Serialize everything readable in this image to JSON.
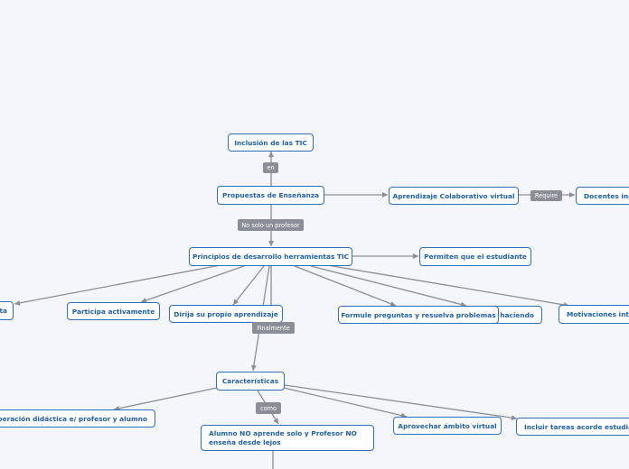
{
  "nodes": {
    "inclusion": "Inclusión de las TIC",
    "propuestas": "Propuestas de Enseñanza",
    "aprendizaje_colab": "Aprendizaje Colaborativo virtual",
    "docentes": "Docentes inn",
    "principios": "Principios de desarrollo herramientas TIC",
    "permiten": "Permiten que el estudiante",
    "left_cut": "ta",
    "participa": "Participa activamente",
    "dirija": "Dirija su propio aprendizaje",
    "formule": "Formule preguntas y resuelva problemas",
    "haciendo": "haciendo",
    "motivaciones": "Motivaciones inte",
    "caracteristicas": "Características",
    "cooperacion": "operación didáctica e/ profesor y alumno",
    "alumno": "Alumno NO aprende solo y Profesor NO enseña desde lejos",
    "aprovechar": "Aprovechar ámbito virtual",
    "incluir": "Incluir tareas acorde estudian"
  },
  "edge_labels": {
    "en": "en",
    "require": "Require",
    "no_solo": "No solo un profesor",
    "finalmente": "Finalmente",
    "como": "como"
  },
  "colors": {
    "background": "#f4f6fc",
    "node_border": "#2f6fb8",
    "node_text": "#1f5fa8",
    "edge": "#8a8e96",
    "label_bg": "#8a8e96"
  }
}
